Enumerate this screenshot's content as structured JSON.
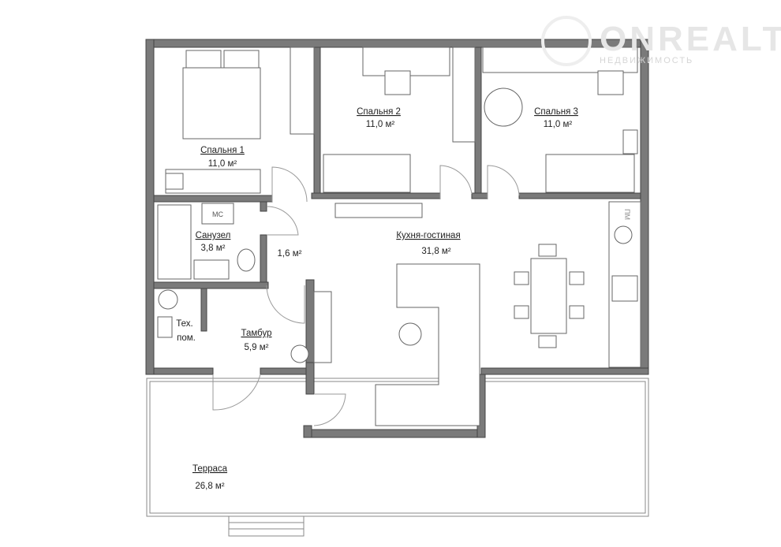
{
  "watermark": {
    "brand": "ONREALT",
    "subtitle": "НЕДВИЖИМОСТЬ"
  },
  "rooms": {
    "bedroom1": {
      "name": "Спальня 1",
      "area": "11,0 м²"
    },
    "bedroom2": {
      "name": "Спальня 2",
      "area": "11,0 м²"
    },
    "bedroom3": {
      "name": "Спальня 3",
      "area": "11,0 м²"
    },
    "bathroom": {
      "name": "Санузел",
      "area": "3,8 м²"
    },
    "hall": {
      "area": "1,6 м²"
    },
    "kitchen_living": {
      "name": "Кухня-гостиная",
      "area": "31,8 м²"
    },
    "tech_room": {
      "name_line1": "Тех.",
      "name_line2": "пом."
    },
    "vestibule": {
      "name": "Тамбур",
      "area": "5,9 м²"
    },
    "terrace": {
      "name": "Терраса",
      "area": "26,8 м²"
    }
  },
  "fixtures": {
    "washing_machine": "МС",
    "dishwasher": "ПМ"
  }
}
